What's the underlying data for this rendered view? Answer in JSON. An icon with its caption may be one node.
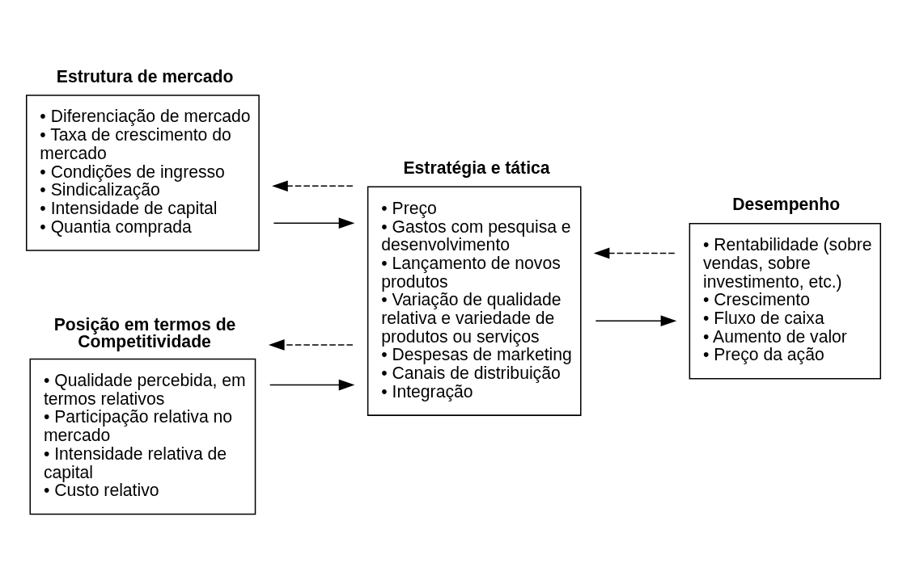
{
  "diagram": {
    "nodes": [
      {
        "text": [
          "Estrutura de mercado",
          "• Diferenciação de mercado",
          "• Taxa de crescimento do mercado",
          "• Condições de ingresso",
          "• Sindicalização",
          "• Intensidade de capital",
          "• Quantia comprada"
        ]
      },
      {
        "text": [
          "Posição em termos de Competitividade",
          "• Qualidade percebida, em termos relativos",
          "• Participação relativa no mercado",
          "• Intensidade relativa de capital",
          "• Custo relativo"
        ]
      },
      {
        "text": [
          "Estratégia e tática",
          "• Preço",
          "• Gastos com pesquisa e desenvolvimento",
          "• Lançamento de novos produtos",
          "• Variação de qualidade relativa e variedade de produtos ou serviços",
          "• Despesas de marketing",
          "• Canais de distribuição",
          "• Integração"
        ]
      },
      {
        "text": [
          "Desempenho",
          "• Rentabilidade (sobre vendas, sobre investimento, etc.)",
          "• Crescimento",
          "• Fluxo de caixa",
          "• Aumento de valor",
          "• Preço da ação"
        ]
      }
    ],
    "edges": [
      {
        "from": 0,
        "to": 2,
        "arrow": "to"
      },
      {
        "from": 1,
        "to": 2,
        "arrow": "to"
      },
      {
        "from": 2,
        "to": 0,
        "arrow": "to",
        "style": "dashed"
      },
      {
        "from": 2,
        "to": 1,
        "arrow": "to",
        "style": "dashed"
      },
      {
        "from": 2,
        "to": 3,
        "arrow": "to"
      },
      {
        "from": 3,
        "to": 2,
        "arrow": "to",
        "style": "dashed"
      }
    ]
  }
}
